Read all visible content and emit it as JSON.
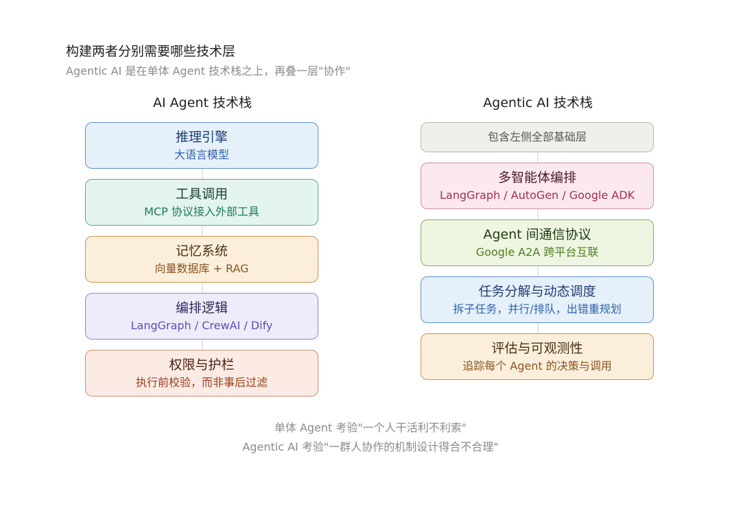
{
  "header": {
    "title": "构建两者分别需要哪些技术层",
    "subtitle": "Agentic AI 是在单体 Agent 技术栈之上，再叠一层\"协作\""
  },
  "left": {
    "title": "AI Agent 技术栈",
    "boxes": [
      {
        "title": "推理引擎",
        "sub": "大语言模型",
        "bg": "#e6f0fa",
        "border": "#5b8fd0",
        "titleColor": "#1f3f73",
        "subColor": "#2f63ad"
      },
      {
        "title": "工具调用",
        "sub": "MCP 协议接入外部工具",
        "bg": "#e3f5ee",
        "border": "#57a889",
        "titleColor": "#1b3f33",
        "subColor": "#1d7a57"
      },
      {
        "title": "记忆系统",
        "sub": "向量数据库 + RAG",
        "bg": "#fbefdc",
        "border": "#c7924d",
        "titleColor": "#4a3012",
        "subColor": "#8a5420"
      },
      {
        "title": "编排逻辑",
        "sub": "LangGraph / CrewAI / Dify",
        "bg": "#eeecfb",
        "border": "#8b83cf",
        "titleColor": "#2d2a57",
        "subColor": "#5a4fb2"
      },
      {
        "title": "权限与护栏",
        "sub": "执行前校验，而非事后过滤",
        "bg": "#fbebe4",
        "border": "#d08a70",
        "titleColor": "#4a2213",
        "subColor": "#9a3e1f"
      }
    ]
  },
  "right": {
    "title": "Agentic AI 技术栈",
    "base": {
      "title": "包含左侧全部基础层",
      "bg": "#f1efea",
      "border": "#bcb6ab"
    },
    "boxes": [
      {
        "title": "多智能体编排",
        "sub": "LangGraph / AutoGen / Google ADK",
        "bg": "#fce9ef",
        "border": "#d58aa3",
        "titleColor": "#4a1a28",
        "subColor": "#a52d56"
      },
      {
        "title": "Agent 间通信协议",
        "sub": "Google A2A 跨平台互联",
        "bg": "#eef6e2",
        "border": "#86ad5c",
        "titleColor": "#233a12",
        "subColor": "#4e7d1f"
      },
      {
        "title": "任务分解与动态调度",
        "sub": "拆子任务，并行/排队，出错重规划",
        "bg": "#e6f0fa",
        "border": "#5b8fd0",
        "titleColor": "#1f3f73",
        "subColor": "#2f63ad"
      },
      {
        "title": "评估与可观测性",
        "sub": "追踪每个 Agent 的决策与调用",
        "bg": "#fbefdc",
        "border": "#c7924d",
        "titleColor": "#4a3012",
        "subColor": "#8a5420"
      }
    ]
  },
  "footer": {
    "line1": "单体 Agent 考验\"一个人干活利不利索\"",
    "line2": "Agentic AI 考验\"一群人协作的机制设计得合不合理\""
  }
}
